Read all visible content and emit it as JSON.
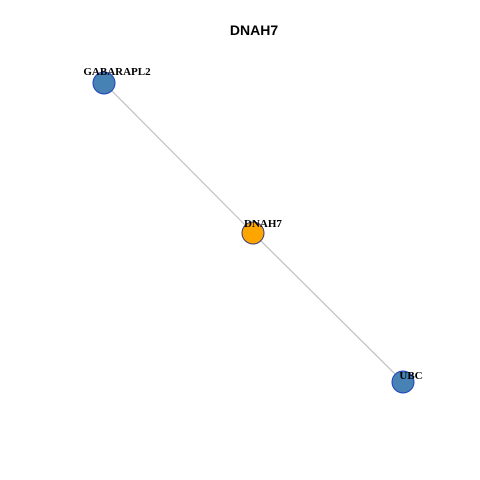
{
  "graph": {
    "title": "DNAH7",
    "nodes": [
      {
        "id": "GABARAPL2",
        "label": "GABARAPL2",
        "role": "neighbor",
        "fill": "#4682b4",
        "stroke": "#1f3fbf"
      },
      {
        "id": "DNAH7",
        "label": "DNAH7",
        "role": "query",
        "fill": "#ffa500",
        "stroke": "#3a3a7a"
      },
      {
        "id": "UBC",
        "label": "UBC",
        "role": "neighbor",
        "fill": "#4682b4",
        "stroke": "#1f3fbf"
      }
    ],
    "edges": [
      {
        "source": "GABARAPL2",
        "target": "DNAH7"
      },
      {
        "source": "DNAH7",
        "target": "UBC"
      }
    ],
    "edge_color": "#c0c0c0"
  }
}
